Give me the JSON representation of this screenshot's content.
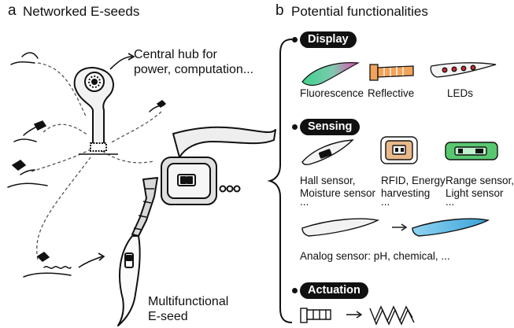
{
  "panel_a": {
    "letter": "a",
    "title": "Networked E-seeds",
    "hub_label_line1": "Central hub for",
    "hub_label_line2": "power, computation...",
    "seed_label_line1": "Multifunctional",
    "seed_label_line2": "E-seed"
  },
  "panel_b": {
    "letter": "b",
    "title": "Potential functionalities",
    "display": {
      "header": "Display",
      "items": [
        "Fluorescence",
        "Reflective",
        "LEDs"
      ]
    },
    "sensing": {
      "header": "Sensing",
      "hall_line1": "Hall sensor,",
      "hall_line2": "Moisture sensor",
      "rfid_line1": "RFID, Energy",
      "rfid_line2": "harvesting",
      "range_line1": "Range sensor,",
      "range_line2": "Light sensor",
      "ellipsis": "...",
      "analog": "Analog sensor: pH, chemical, ..."
    },
    "actuation": {
      "header": "Actuation"
    }
  },
  "colors": {
    "ink": "#111111",
    "fluorescence_green": "#3fd18c",
    "fluorescence_pink": "#e64bb5",
    "reflective_orange": "#f2a35a",
    "led_red": "#d9262b",
    "rfid_tan": "#e9b98a",
    "range_green": "#58c870",
    "analog_blue": "#5bb8e6",
    "device_gray": "#e6e6e6"
  }
}
